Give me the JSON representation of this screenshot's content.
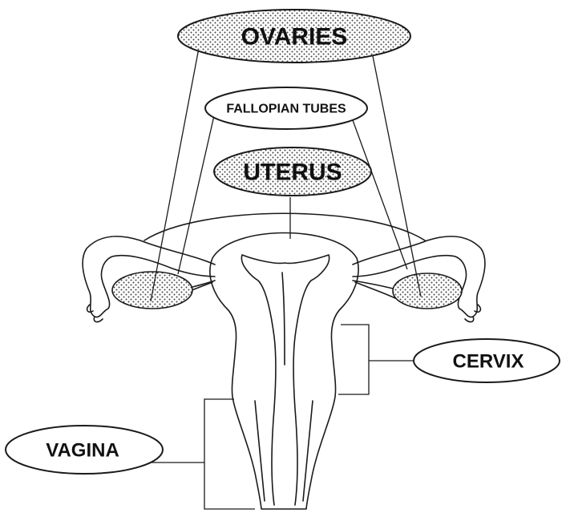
{
  "labels": {
    "ovaries": "OVARIES",
    "fallopian_tubes": "FALLOPIAN TUBES",
    "uterus": "UTERUS",
    "cervix": "CERVIX",
    "vagina": "VAGINA"
  },
  "colors": {
    "line": "#1a1a1a",
    "background": "#ffffff",
    "dot_fill": "#444444"
  }
}
